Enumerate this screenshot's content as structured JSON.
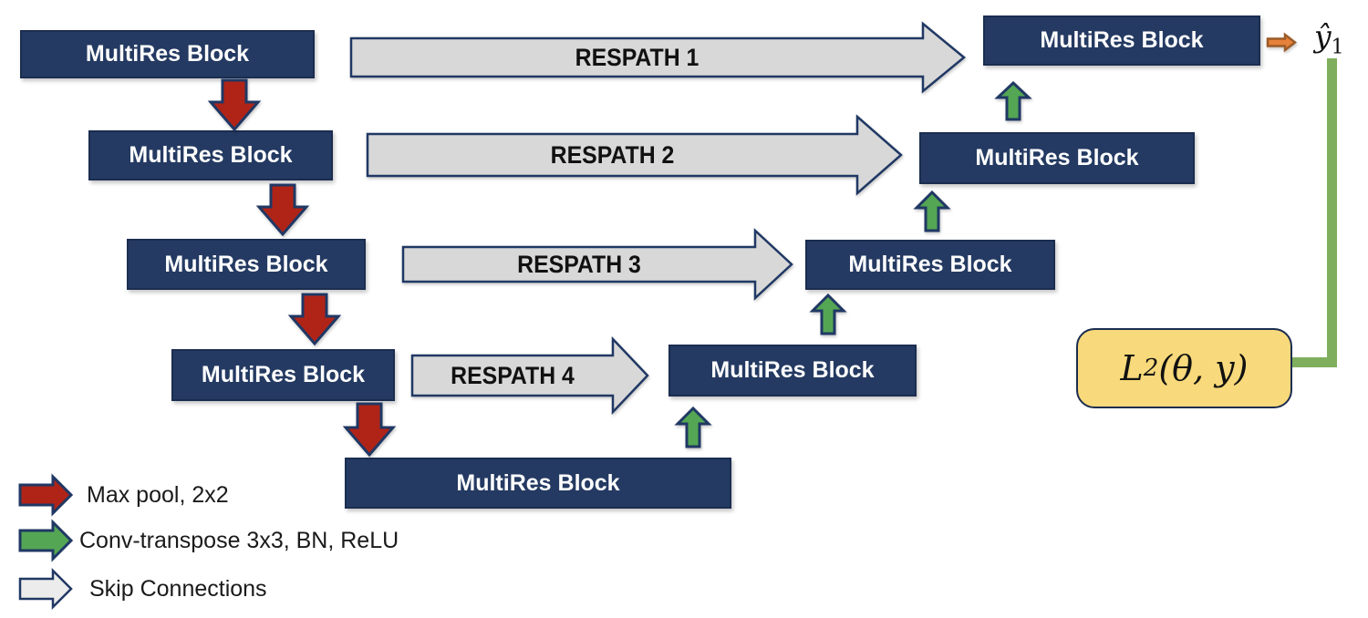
{
  "colors": {
    "block_fill": "#243A62",
    "block_border": "#1B2D50",
    "outline": "#203864",
    "red": "#B02418",
    "green": "#54A654",
    "gray": "#D8D8D8",
    "gray_light": "#ECECEC",
    "orange": "#E58139",
    "orange_border": "#9C5B28",
    "yellow": "#F8D97B",
    "connector_green": "#7FAE5C",
    "text_dark": "#1A1A1A"
  },
  "blocks": {
    "encoder": [
      "MultiRes Block",
      "MultiRes Block",
      "MultiRes Block",
      "MultiRes Block"
    ],
    "bottleneck": "MultiRes Block",
    "decoder": [
      "MultiRes Block",
      "MultiRes Block",
      "MultiRes Block",
      "MultiRes Block"
    ]
  },
  "respaths": [
    "RESPATH 1",
    "RESPATH 2",
    "RESPATH 3",
    "RESPATH 4"
  ],
  "legend": [
    {
      "icon": "red-arrow-icon",
      "label": "Max pool, 2x2"
    },
    {
      "icon": "green-arrow-icon",
      "label": "Conv-transpose 3x3, BN, ReLU"
    },
    {
      "icon": "gray-arrow-icon",
      "label": "Skip Connections"
    }
  ],
  "output": {
    "y_hat": "ŷ",
    "subscript": "1"
  },
  "loss": {
    "symbol": "L",
    "sub": "2",
    "args": "(θ, y)"
  }
}
